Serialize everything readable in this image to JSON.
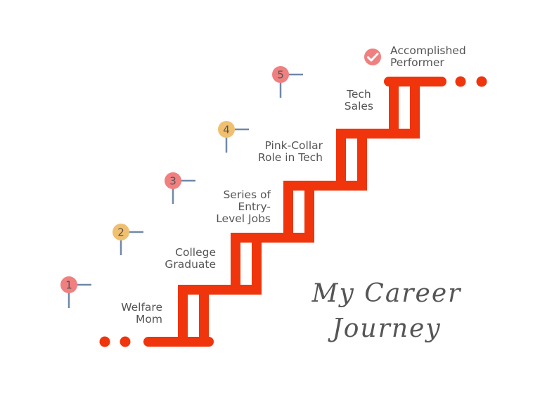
{
  "title": {
    "line1": "My Career",
    "line2": "Journey"
  },
  "colors": {
    "stairs": "#f0340c",
    "pink": "#f08080",
    "yellow": "#f0c070",
    "pin_line": "#7088a8",
    "text": "#555555"
  },
  "milestones": [
    {
      "number": "1",
      "lines": [
        "Welfare",
        "Mom"
      ],
      "color": "pink"
    },
    {
      "number": "2",
      "lines": [
        "College",
        "Graduate"
      ],
      "color": "yellow"
    },
    {
      "number": "3",
      "lines": [
        "Series of",
        "Entry-",
        "Level Jobs"
      ],
      "color": "pink"
    },
    {
      "number": "4",
      "lines": [
        "Pink-Collar",
        "Role in Tech"
      ],
      "color": "yellow"
    },
    {
      "number": "5",
      "lines": [
        "Tech",
        "Sales"
      ],
      "color": "pink"
    }
  ],
  "goal": {
    "lines": [
      "Accomplished",
      "Performer"
    ],
    "icon": "check-circle-icon"
  }
}
